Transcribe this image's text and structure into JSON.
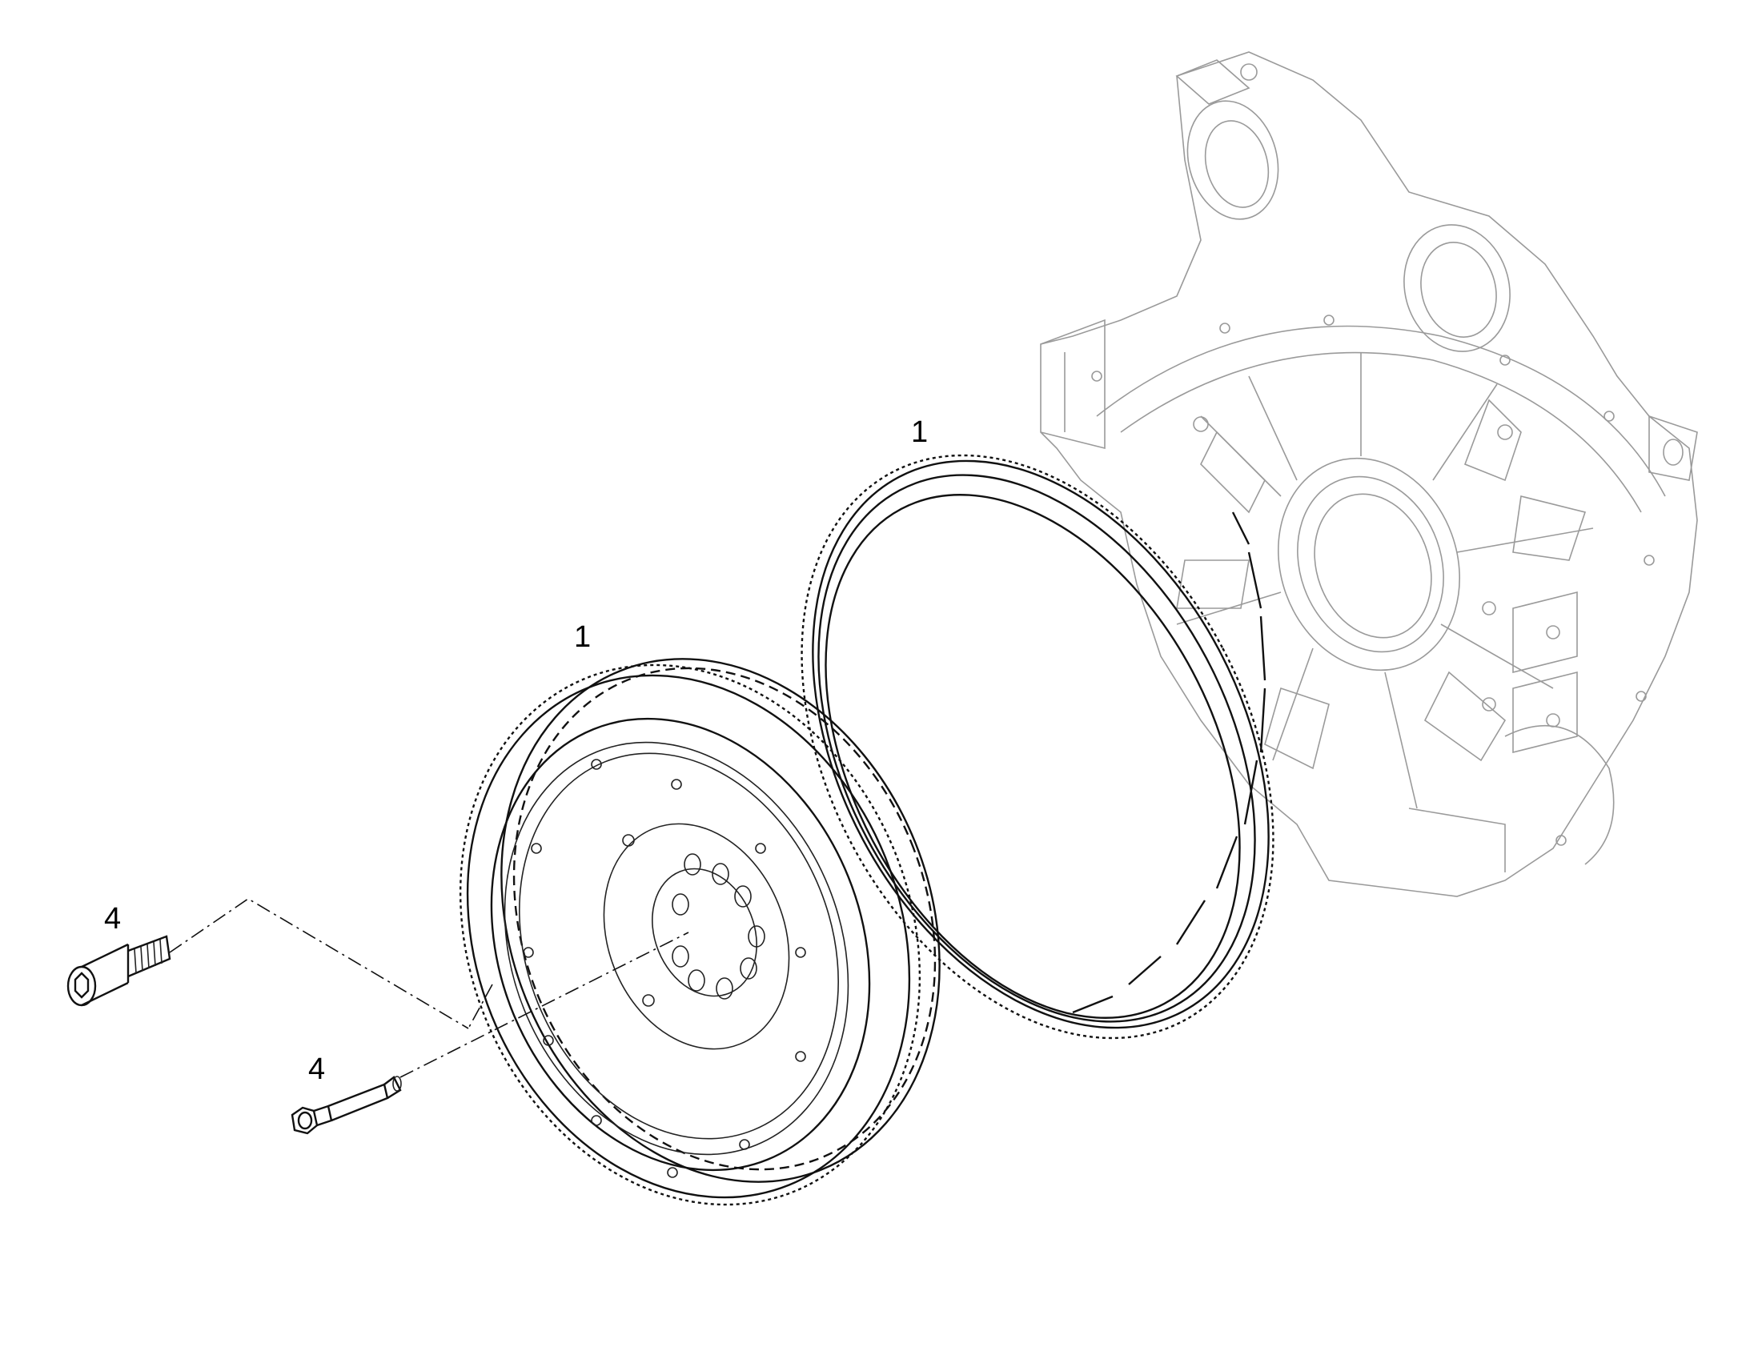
{
  "callouts": {
    "ring_gear": "1",
    "flywheel": "1",
    "screw_upper": "4",
    "screw_lower": "4"
  },
  "colors": {
    "line": "#111111",
    "ghost": "#9a9a9a",
    "background": "#ffffff"
  }
}
